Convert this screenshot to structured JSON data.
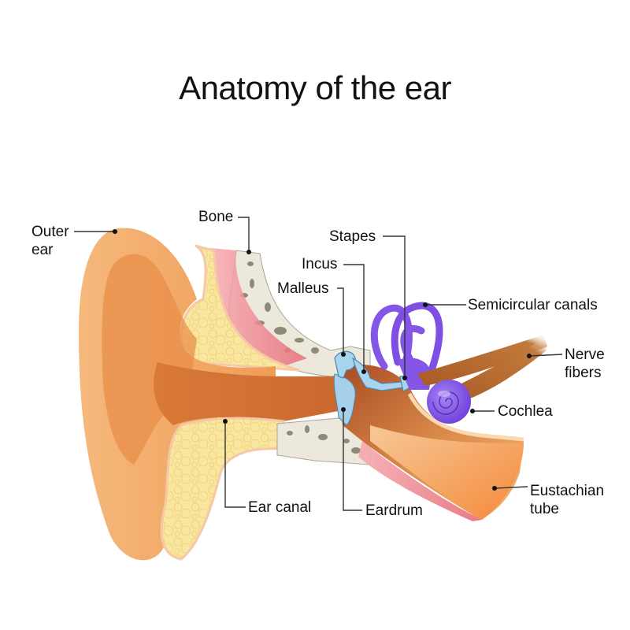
{
  "title": "Anatomy of the ear",
  "labels": {
    "outer_ear": [
      "Outer",
      "ear"
    ],
    "bone": "Bone",
    "stapes": "Stapes",
    "incus": "Incus",
    "malleus": "Malleus",
    "semicircular_canals": "Semicircular canals",
    "nerve_fibers": [
      "Nerve",
      "fibers"
    ],
    "cochlea": "Cochlea",
    "ear_canal": "Ear canal",
    "eardrum": "Eardrum",
    "eustachian_tube": [
      "Eustachian",
      "tube"
    ]
  },
  "colors": {
    "skin": "#f2a765",
    "skin_dark": "#d4773a",
    "fat": "#f8e49a",
    "bone": "#ece8dc",
    "muscle": "#ee8a92",
    "ossicle": "#a9d4ee",
    "labyrinth": "#8456e8",
    "nerve": "#b0642c",
    "leader": "#333333"
  }
}
